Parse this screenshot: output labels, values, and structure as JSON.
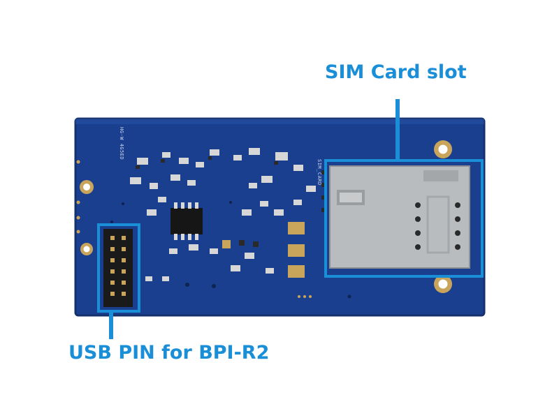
{
  "annotations": {
    "sim_card_slot": "SIM Card slot",
    "usb_pin": "USB PIN for BPI-R2"
  },
  "board": {
    "silk_sim_label": "SIM_CARD",
    "silk_model_text": "HG-W 4G5ED"
  },
  "colors": {
    "annotation": "#1a8fd8",
    "pcb": "#1b3f8f",
    "pcb_dark": "#14306d",
    "pad_gold": "#c9a55c",
    "sim_metal": "#b9bcbe",
    "header_black": "#1a1a1a"
  }
}
